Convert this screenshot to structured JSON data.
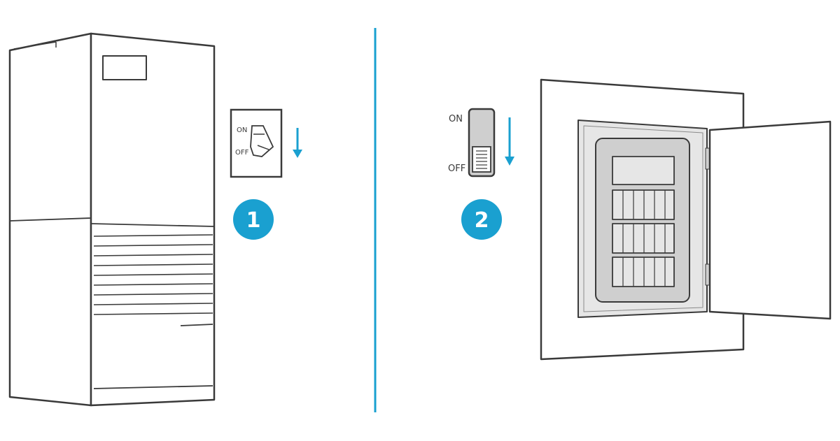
{
  "colors": {
    "accent": "#1aa0d0",
    "stroke": "#3a3a3a",
    "light_stroke": "#8a8a8a",
    "fill_light": "#e6e6e6",
    "fill_mid": "#cfcfcf",
    "background": "#ffffff"
  },
  "step1": {
    "badge": "1",
    "switch_on_label": "ON",
    "switch_off_label": "OFF"
  },
  "step2": {
    "badge": "2",
    "switch_on_label": "ON",
    "switch_off_label": "OFF"
  }
}
